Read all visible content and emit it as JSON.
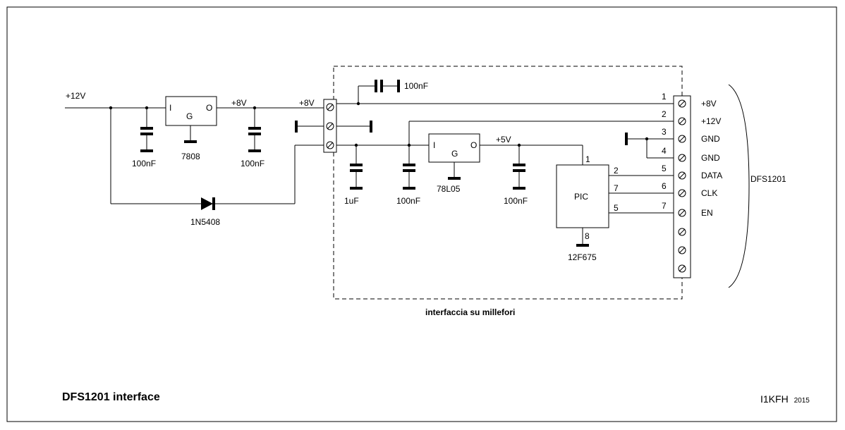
{
  "title": "DFS1201 interface",
  "author": "I1KFH",
  "year": "2015",
  "board_label": "interfaccia su millefori",
  "device_label": "DFS1201",
  "nets": {
    "v12_in": "+12V",
    "v8_out": "+8V",
    "v8_board": "+8V",
    "v5": "+5V"
  },
  "components": {
    "reg1": {
      "part": "7808",
      "pin_i": "I",
      "pin_g": "G",
      "pin_o": "O"
    },
    "reg2": {
      "part": "78L05",
      "pin_i": "I",
      "pin_g": "G",
      "pin_o": "O"
    },
    "c1": "100nF",
    "c2": "100nF",
    "c3": "100nF",
    "c4": "1uF",
    "c5": "100nF",
    "c6": "100nF",
    "diode": "1N5408",
    "pic": {
      "label": "PIC",
      "part": "12F675"
    }
  },
  "pic_pins": {
    "vdd": "1",
    "gnd": "8",
    "data": "2",
    "clk": "7",
    "en": "5"
  },
  "connector": [
    {
      "num": "1",
      "label": "+8V"
    },
    {
      "num": "2",
      "label": "+12V"
    },
    {
      "num": "3",
      "label": "GND"
    },
    {
      "num": "4",
      "label": "GND"
    },
    {
      "num": "5",
      "label": "DATA"
    },
    {
      "num": "6",
      "label": "CLK"
    },
    {
      "num": "7",
      "label": "EN"
    }
  ]
}
